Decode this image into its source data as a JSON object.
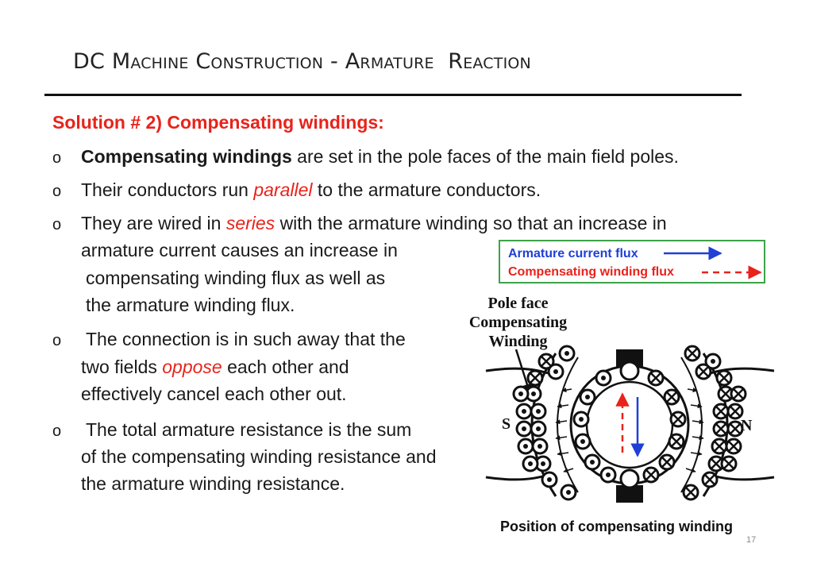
{
  "slide": {
    "title_dc": "DC",
    "title_machine": "Machine",
    "title_construction": "Construction",
    "title_dash": "-",
    "title_armature": "Armature",
    "title_reaction": "Reaction",
    "heading": "Solution # 2) Compensating windings:",
    "bullet_glyph": "o",
    "b1_bold": "Compensating windings",
    "b1_rest": "are set in the pole faces of the main field poles.",
    "b2_a": "Their conductors run",
    "b2_red": "parallel",
    "b2_b": "to the armature conductors.",
    "b3_a": "They are wired in",
    "b3_red": "series",
    "b3_b": "with the armature winding so that an increase in",
    "b3_l2": "armature current causes an increase in",
    "b3_l3": "compensating winding flux as well as",
    "b3_l4": "the armature winding flux.",
    "b4_l1": "The connection is in such away that the",
    "b4_a": "two fields",
    "b4_red": "oppose",
    "b4_b": "each other and",
    "b4_l3": "effectively cancel each other out.",
    "b5_l1": "The total armature resistance is the sum",
    "b5_l2": "of the compensating winding resistance and",
    "b5_l3": "the armature winding resistance.",
    "page_number": "17"
  },
  "figure": {
    "legend_armature": "Armature current flux",
    "legend_compensating": "Compensating winding flux",
    "label_pole_1": "Pole face",
    "label_pole_2": "Compensating",
    "label_pole_3": "Winding",
    "label_s": "S",
    "label_n": "N",
    "caption": "Position of compensating winding",
    "colors": {
      "armature_flux": "#1f3fd6",
      "compensating_flux": "#e8231b",
      "legend_border": "#3da34a"
    }
  }
}
